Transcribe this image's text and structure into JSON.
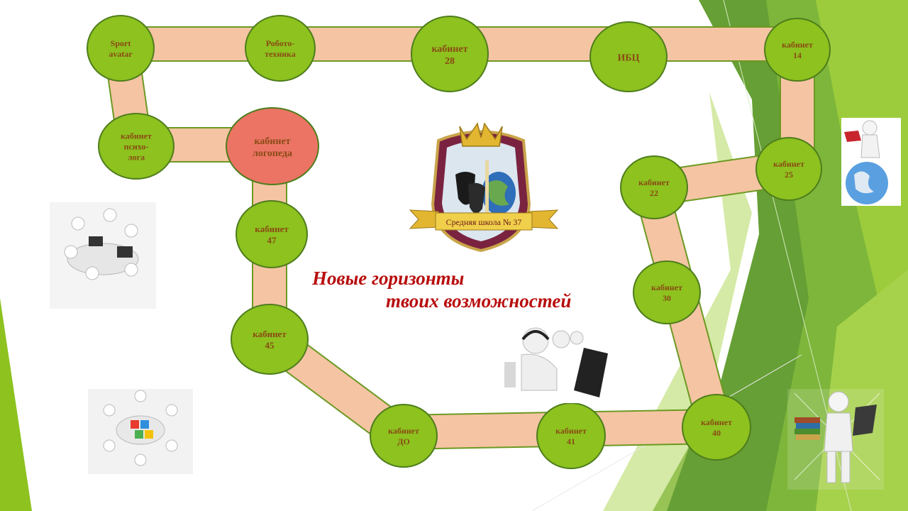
{
  "slogan": {
    "line1": "Новые горизонты",
    "line2": "твоих  возможностей"
  },
  "emblem": {
    "text": "Средняя школа № 37"
  },
  "route": {
    "nodes": [
      {
        "id": "sport",
        "lines": [
          "Sport",
          "avatar"
        ],
        "color": "#8dc21f"
      },
      {
        "id": "robo",
        "lines": [
          "Робото-",
          "техника"
        ],
        "color": "#8dc21f"
      },
      {
        "id": "cab28",
        "lines": [
          "кабинет",
          "28"
        ],
        "color": "#8dc21f"
      },
      {
        "id": "ibc",
        "lines": [
          "ИБЦ"
        ],
        "color": "#8dc21f"
      },
      {
        "id": "cab14",
        "lines": [
          "кабинет",
          "14"
        ],
        "color": "#8dc21f"
      },
      {
        "id": "psych",
        "lines": [
          "кабинет",
          "психо-",
          "лога"
        ],
        "color": "#8dc21f"
      },
      {
        "id": "logoped",
        "lines": [
          "кабинет",
          "логопеда"
        ],
        "color": "#eb7464"
      },
      {
        "id": "cab47",
        "lines": [
          "кабинет",
          "47"
        ],
        "color": "#8dc21f"
      },
      {
        "id": "cab45",
        "lines": [
          "кабинет",
          "45"
        ],
        "color": "#8dc21f"
      },
      {
        "id": "do",
        "lines": [
          "кабинет",
          "ДО"
        ],
        "color": "#8dc21f"
      },
      {
        "id": "cab41",
        "lines": [
          "кабинет",
          "41"
        ],
        "color": "#8dc21f"
      },
      {
        "id": "cab40",
        "lines": [
          "кабинет",
          "40"
        ],
        "color": "#8dc21f"
      },
      {
        "id": "cab30",
        "lines": [
          "кабинет",
          "30"
        ],
        "color": "#8dc21f"
      },
      {
        "id": "cab22",
        "lines": [
          "кабинет",
          "22"
        ],
        "color": "#8dc21f"
      },
      {
        "id": "cab25",
        "lines": [
          "кабинет",
          "25"
        ],
        "color": "#8dc21f"
      }
    ]
  },
  "colors": {
    "node_green": "#8dc21f",
    "node_red": "#eb7464",
    "path_fill": "#f5c4a3",
    "slogan": "#b80d0d",
    "text_brown": "#8a4a14"
  }
}
